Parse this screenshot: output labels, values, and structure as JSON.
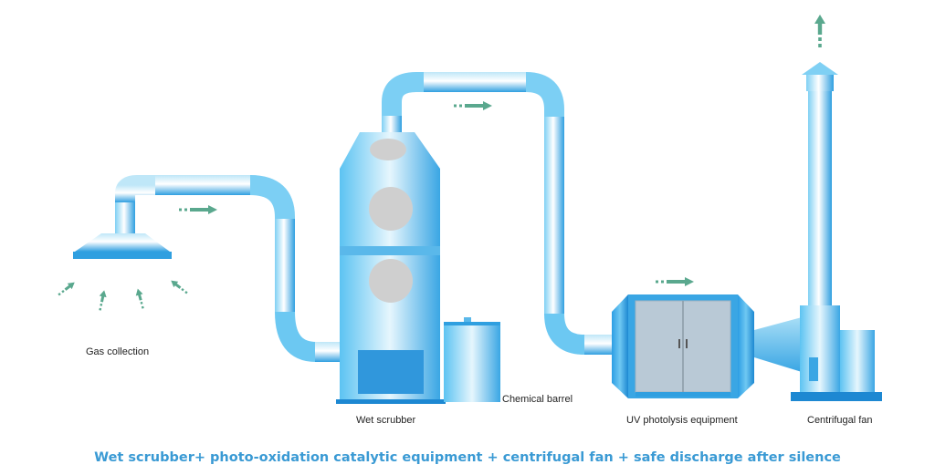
{
  "labels": {
    "gas_collection": "Gas collection",
    "wet_scrubber": "Wet scrubber",
    "chemical_barrel": "Chemical barrel",
    "uv_photolysis": "UV photolysis equipment",
    "centrifugal_fan": "Centrifugal fan"
  },
  "caption": "Wet scrubber+ photo-oxidation catalytic equipment + centrifugal fan + safe discharge after silence",
  "colors": {
    "pipe_light": "#bfe7f8",
    "pipe_mid": "#56bff0",
    "pipe_dark": "#1a8fd6",
    "arrow": "#5aa88e",
    "caption": "#3a9ad4",
    "porthole": "#cfcfcf",
    "cabinet_door": "#b9c9d6"
  }
}
